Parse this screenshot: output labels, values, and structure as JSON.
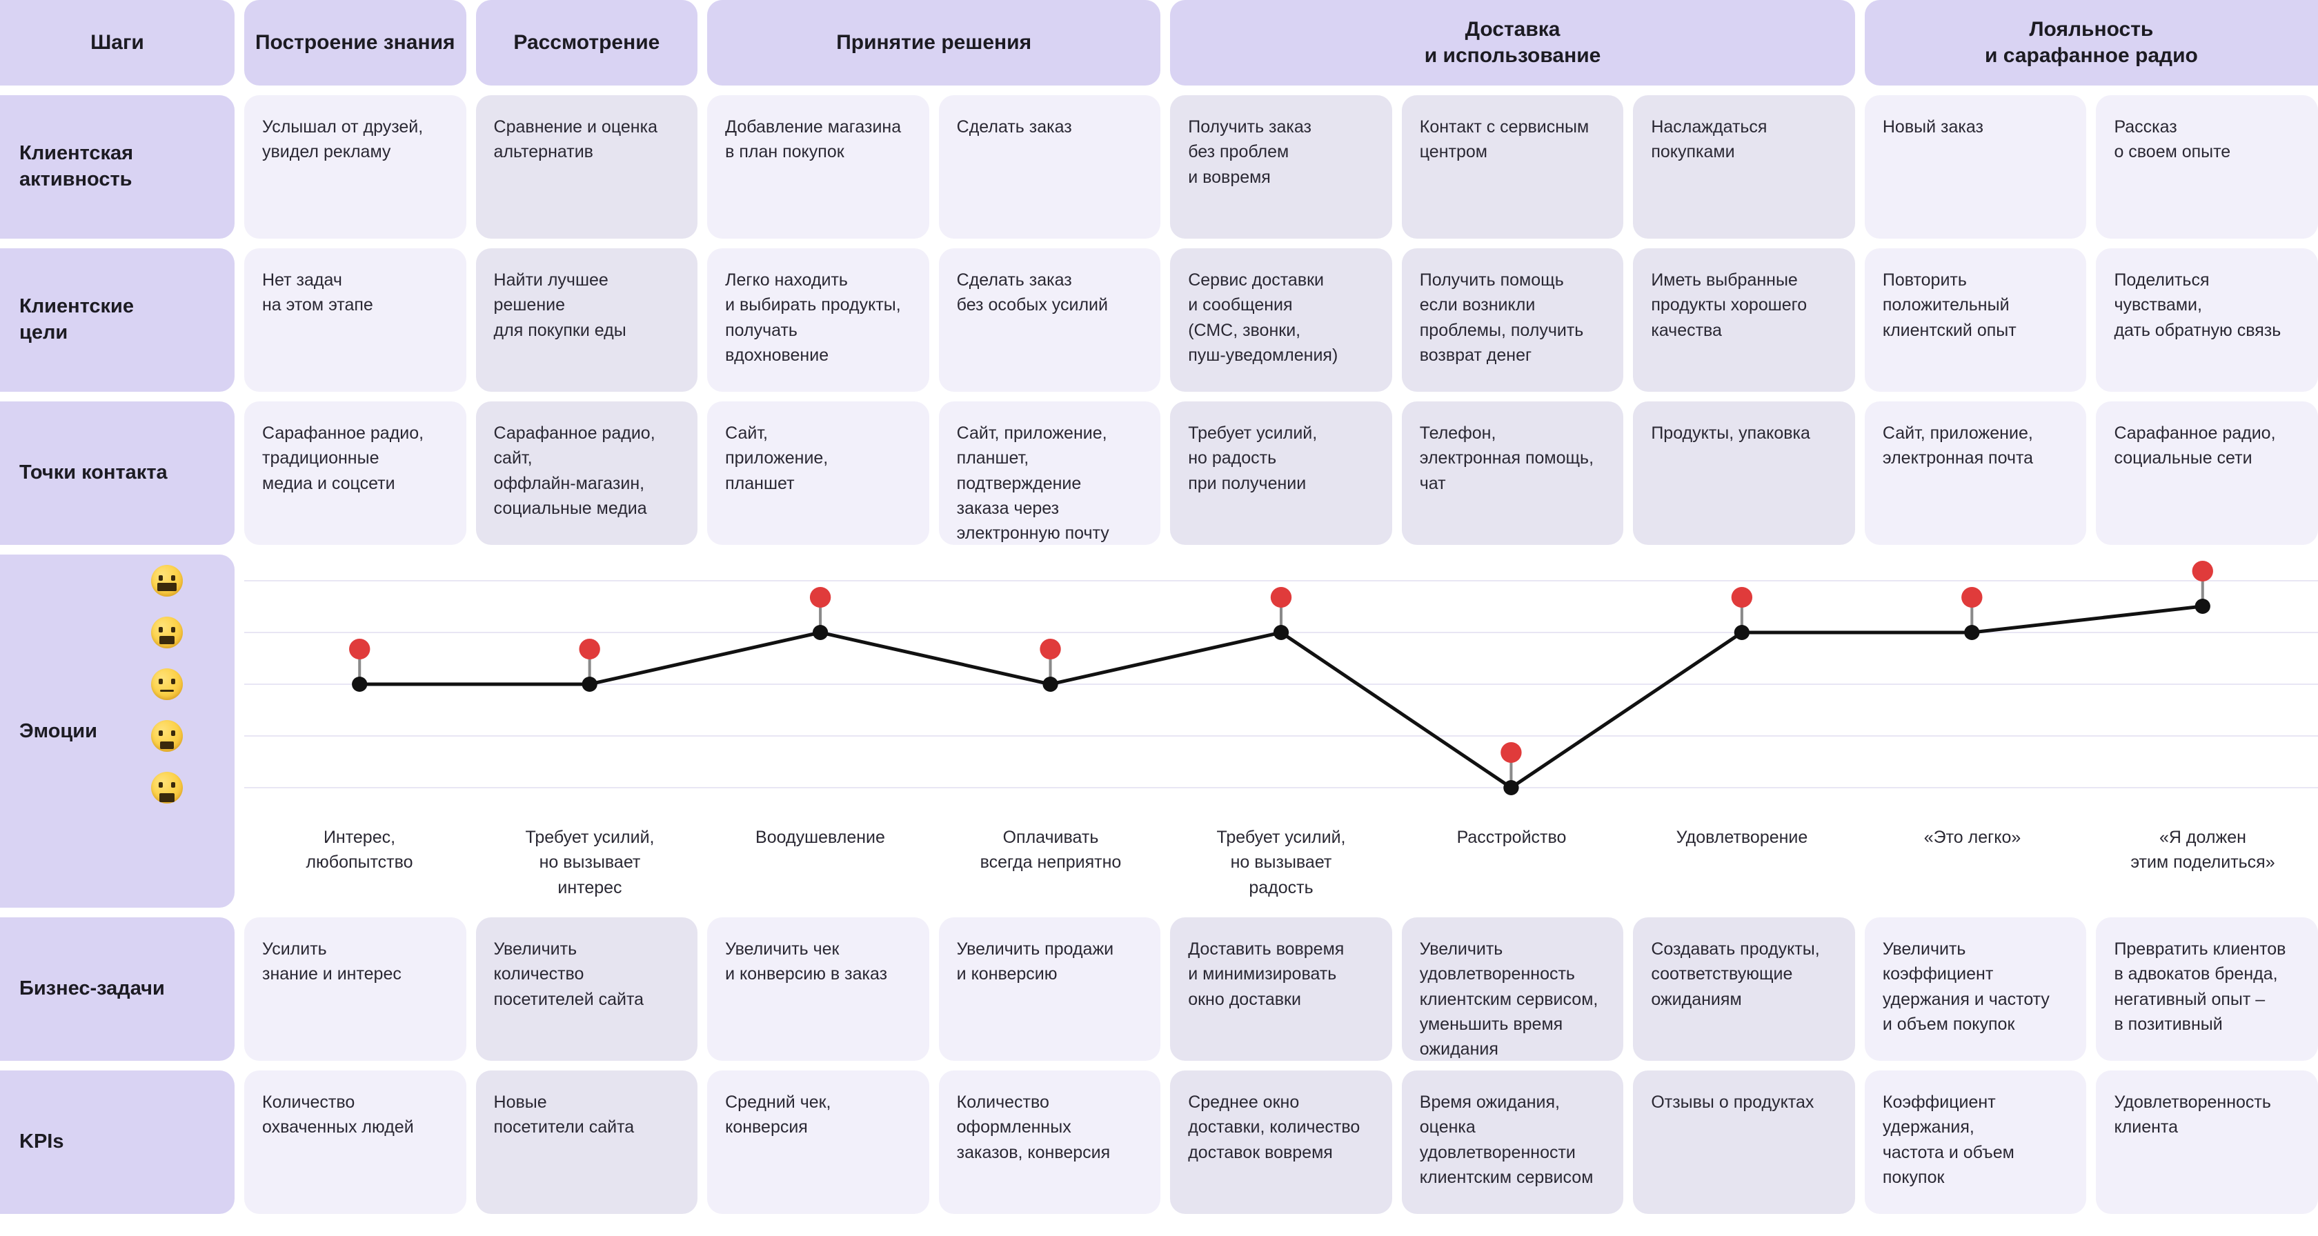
{
  "header": {
    "label": "Шаги",
    "groups": [
      {
        "title": "Построение знания",
        "span": 1
      },
      {
        "title": "Рассмотрение",
        "span": 1
      },
      {
        "title": "Принятие решения",
        "span": 2
      },
      {
        "title": "Доставка\nи использование",
        "span": 3
      },
      {
        "title": "Лояльность\nи сарафанное радио",
        "span": 2
      }
    ]
  },
  "colors": {
    "header_bg": "#d9d3f3",
    "row_label_bg": "#d9d3f3",
    "cell_light": "#f2f0fa",
    "cell_dark": "#e6e4f0",
    "pin_red": "#e03b3b",
    "line_black": "#111111",
    "grid_line": "#e8e6f4",
    "page_bg": "#ffffff"
  },
  "rows": [
    {
      "label": "Клиентская\nактивность",
      "cells": [
        "Услышал от друзей,\nувидел рекламу",
        "Сравнение и оценка\nальтернатив",
        "Добавление магазина\nв план покупок",
        "Сделать заказ",
        "Получить заказ\nбез проблем\nи вовремя",
        "Контакт с сервисным\nцентром",
        "Наслаждаться\nпокупками",
        "Новый заказ",
        "Рассказ\nо своем опыте"
      ]
    },
    {
      "label": "Клиентские\nцели",
      "cells": [
        "Нет задач\nна этом этапе",
        "Найти лучшее\nрешение\nдля покупки еды",
        "Легко находить\nи выбирать продукты,\nполучать\nвдохновение",
        "Сделать заказ\nбез особых усилий",
        "Сервис доставки\nи сообщения\n(СМС, звонки,\nпуш-уведомления)",
        "Получить помощь\nесли возникли\nпроблемы, получить\nвозврат денег",
        "Иметь выбранные\nпродукты хорошего\nкачества",
        "Повторить\nположительный\nклиентский опыт",
        "Поделиться\nчувствами,\nдать обратную связь"
      ]
    },
    {
      "label": "Точки контакта",
      "cells": [
        "Сарафанное радио,\nтрадиционные\nмедиа и соцсети",
        "Сарафанное радио,\nсайт,\nоффлайн-магазин,\nсоциальные медиа",
        "Сайт,\nприложение,\nпланшет",
        "Сайт, приложение,\nпланшет,\nподтверждение\nзаказа через\nэлектронную почту",
        "Требует усилий,\nно радость\nпри получении",
        "Телефон,\nэлектронная помощь,\nчат",
        "Продукты, упаковка",
        "Сайт, приложение,\nэлектронная почта",
        "Сарафанное радио,\nсоциальные сети"
      ]
    }
  ],
  "emotions": {
    "label": "Эмоции",
    "captions": [
      "Интерес,\nлюбопытство",
      "Требует усилий,\nно вызывает\nинтерес",
      "Воодушевление",
      "Оплачивать\nвсегда неприятно",
      "Требует усилий,\nно вызывает\nрадость",
      "Расстройство",
      "Удовлетворение",
      "«Это легко»",
      "«Я должен\nэтим поделиться»"
    ]
  },
  "bottom_rows": [
    {
      "label": "Бизнес-задачи",
      "cells": [
        "Усилить\nзнание и интерес",
        "Увеличить\nколичество\nпосетителей сайта",
        "Увеличить чек\nи конверсию в заказ",
        "Увеличить продажи\nи конверсию",
        "Доставить вовремя\nи минимизировать\nокно доставки",
        "Увеличить\nудовлетворенность\nклиентским сервисом,\nуменьшить время\nожидания",
        "Создавать продукты,\nсоответствующие\nожиданиям",
        "Увеличить\nкоэффициент\nудержания и частоту\nи объем покупок",
        "Превратить клиентов\nв адвокатов  бренда,\nнегативный опыт –\nв позитивный"
      ]
    },
    {
      "label": "KPIs",
      "cells": [
        "Количество\nохваченных людей",
        "Новые\nпосетители сайта",
        "Средний чек,\nконверсия",
        "Количество\nоформленных\nзаказов, конверсия",
        "Среднее окно\nдоставки, количество\nдоставок вовремя",
        "Время ожидания,\nоценка\nудовлетворенности\nклиентским сервисом",
        "Отзывы о продуктах",
        "Коэффициент\nудержания,\nчастота и объем\nпокупок",
        "Удовлетворенность\nклиента"
      ]
    }
  ],
  "chart_data": {
    "type": "line",
    "title": "Эмоции",
    "xlabel": "",
    "ylabel": "",
    "grid": true,
    "legend": "none",
    "y_levels": [
      {
        "value": 5,
        "icon": "grinning-face",
        "name": "очень доволен"
      },
      {
        "value": 4,
        "icon": "slightly-smiling-face",
        "name": "доволен"
      },
      {
        "value": 3,
        "icon": "neutral-face",
        "name": "нейтрально"
      },
      {
        "value": 2,
        "icon": "confused-face",
        "name": "недоволен"
      },
      {
        "value": 1,
        "icon": "frowning-face",
        "name": "очень недоволен"
      }
    ],
    "ylim": [
      1,
      5
    ],
    "categories": [
      "Построение знания",
      "Рассмотрение",
      "Принятие решения 1",
      "Принятие решения 2",
      "Доставка 1",
      "Доставка 2",
      "Доставка 3",
      "Лояльность 1",
      "Лояльность 2"
    ],
    "point_labels": [
      "Интерес, любопытство",
      "Требует усилий, но вызывает интерес",
      "Воодушевление",
      "Оплачивать всегда неприятно",
      "Требует усилий, но вызывает радость",
      "Расстройство",
      "Удовлетворение",
      "«Это легко»",
      "«Я должен этим поделиться»"
    ],
    "values": [
      3,
      3,
      4,
      3,
      4,
      1,
      4,
      4,
      4.6
    ],
    "marker": "red-pin",
    "line_color": "#111111",
    "marker_color": "#e03b3b"
  }
}
